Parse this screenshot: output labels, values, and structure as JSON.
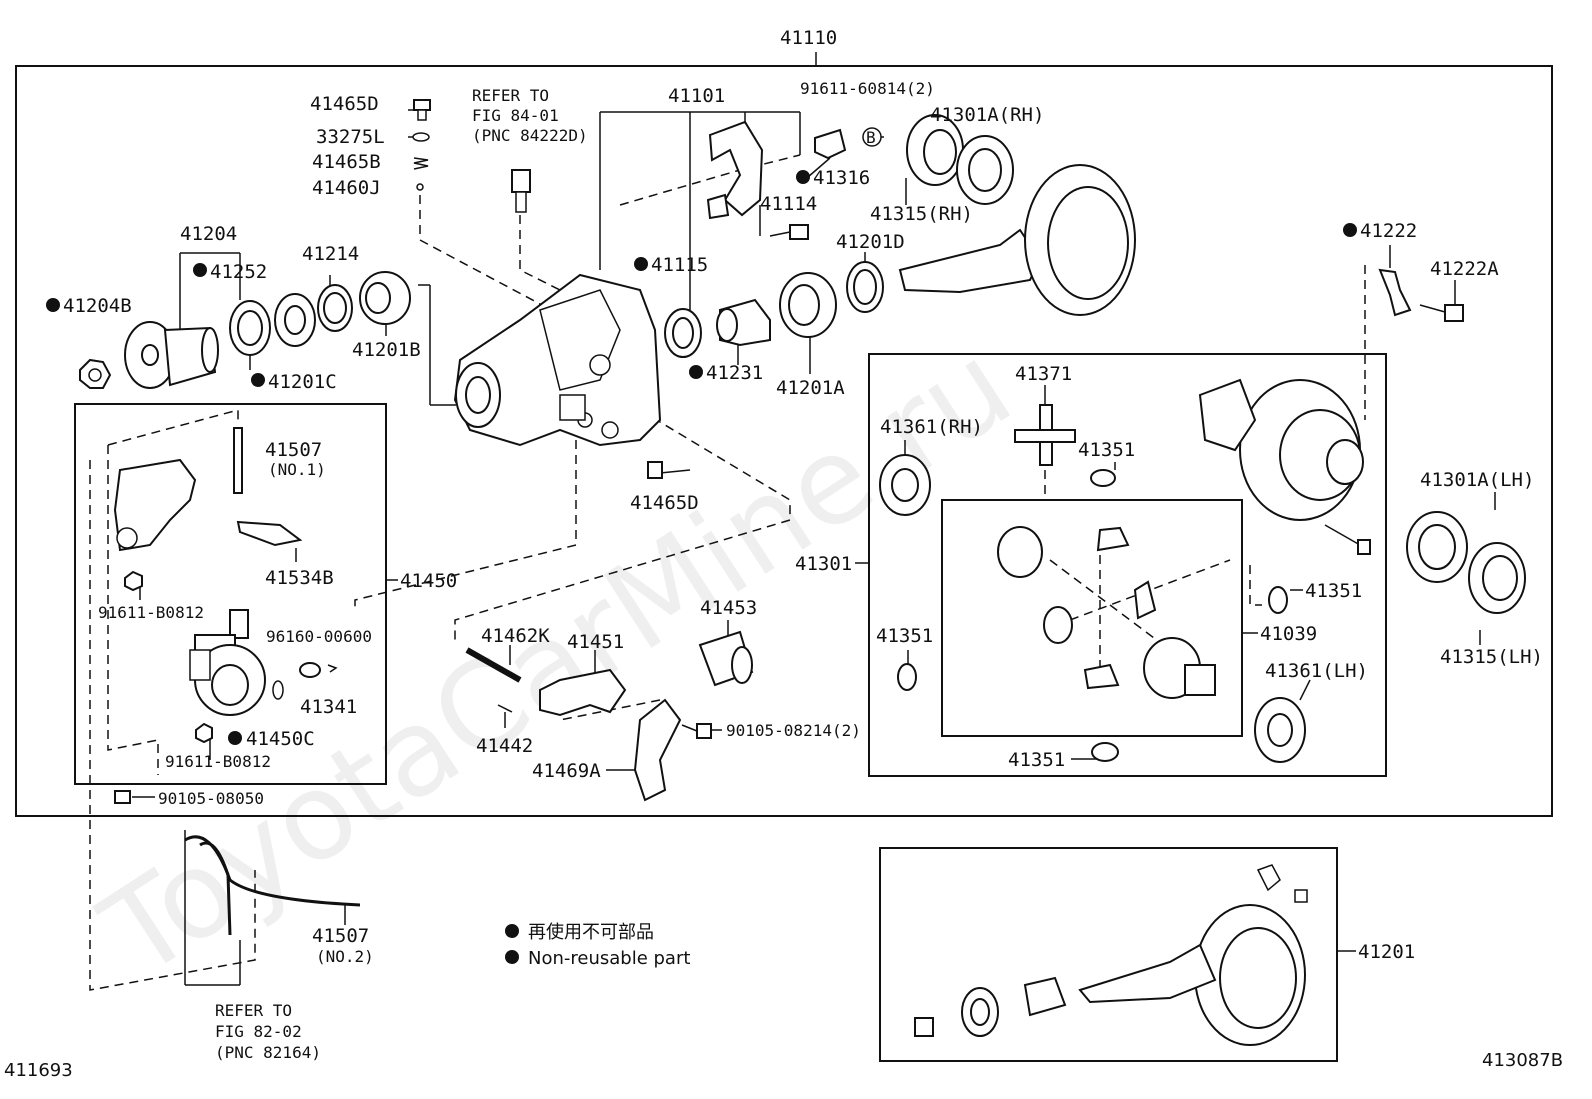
{
  "labels": {
    "main_assembly": "41110",
    "l41101": "41101",
    "l91611_60814": "91611-60814(2)",
    "circle_b": "B",
    "l41301A_RH": "41301A(RH)",
    "l41465D_top": "41465D",
    "l33275L": "33275L",
    "l41465B": "41465B",
    "l41460J": "41460J",
    "refer_fig84_1": "REFER TO",
    "refer_fig84_2": "FIG 84-01",
    "refer_fig84_3": "(PNC 84222D)",
    "l41316": "41316",
    "l41114": "41114",
    "l41315_RH": "41315(RH)",
    "l41204": "41204",
    "l41252": "41252",
    "l41214": "41214",
    "l41204B": "41204B",
    "l41201C": "41201C",
    "l41201B": "41201B",
    "l41115": "41115",
    "l41201D": "41201D",
    "l41231": "41231",
    "l41201A": "41201A",
    "l41222": "41222",
    "l41222A": "41222A",
    "l41507_no1": "41507",
    "l41507_no1_sub": "(NO.1)",
    "l41534B": "41534B",
    "l41450": "41450",
    "l91611_B0812_a": "91611-B0812",
    "l96160_00600": "96160-00600",
    "l41341": "41341",
    "l41450C": "41450C",
    "l91611_B0812_b": "91611-B0812",
    "l90105_08050": "90105-08050",
    "l41465D_mid": "41465D",
    "l41371": "41371",
    "l41361_RH": "41361(RH)",
    "l41351_a": "41351",
    "l41301": "41301",
    "l41351_b": "41351",
    "l41039": "41039",
    "l41351_c": "41351",
    "l41361_LH": "41361(LH)",
    "l41351_d": "41351",
    "l41301A_LH": "41301A(LH)",
    "l41315_LH": "41315(LH)",
    "l41453": "41453",
    "l41462K": "41462K",
    "l41451": "41451",
    "l41442": "41442",
    "l90105_08214": "90105-08214(2)",
    "l41469A": "41469A",
    "l41507_no2": "41507",
    "l41507_no2_sub": "(NO.2)",
    "refer_fig82_1": "REFER TO",
    "refer_fig82_2": "FIG 82-02",
    "refer_fig82_3": "(PNC 82164)",
    "l41201": "41201",
    "legend_jp": "再使用不可部品",
    "legend_en": "Non-reusable part",
    "code_left": "411693",
    "code_right": "413087B"
  },
  "watermark": "ToyotaCarMine.ru",
  "colors": {
    "ink": "#111111",
    "background": "#ffffff"
  }
}
